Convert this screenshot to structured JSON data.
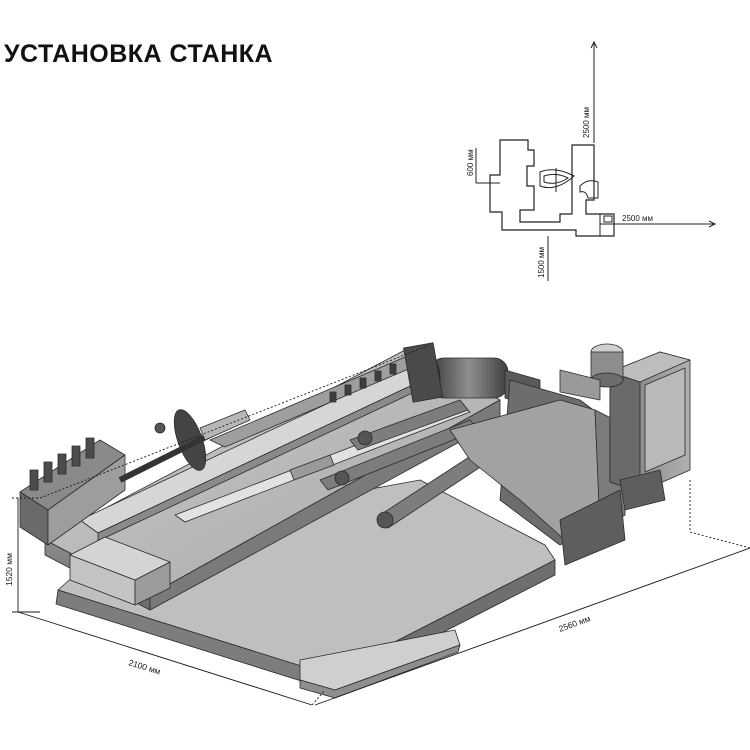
{
  "title": "УСТАНОВКА СТАНКА",
  "layout_plan": {
    "dim_top": "2500 мм",
    "dim_left": "600 мм",
    "dim_right": "2500 мм",
    "dim_bottom": "1500 мм"
  },
  "machine_dimensions": {
    "height": "1520 мм",
    "width": "2100 мм",
    "length": "2560 мм"
  },
  "colors": {
    "body_light": "#bdbdbd",
    "body_mid": "#9a9a9a",
    "body_dark": "#5f5f5f",
    "line": "#2b2b2b"
  }
}
